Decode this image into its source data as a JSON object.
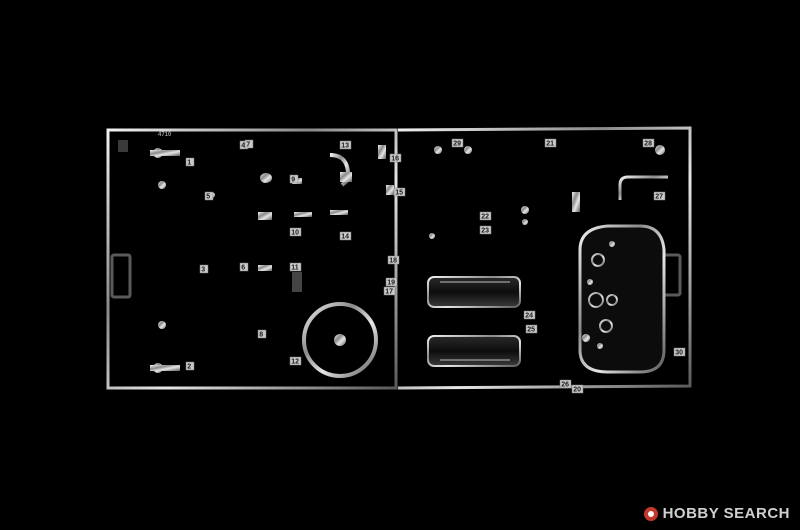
{
  "sprue": {
    "kit_code": "4710",
    "part_numbers": [
      "1",
      "2",
      "3",
      "4",
      "5",
      "6",
      "7",
      "8",
      "9",
      "10",
      "11",
      "12",
      "13",
      "14",
      "15",
      "16",
      "17",
      "18",
      "19",
      "20",
      "21",
      "22",
      "23",
      "24",
      "25",
      "26",
      "27",
      "28",
      "29",
      "30"
    ]
  },
  "watermark": {
    "brand": "HOBBY SEARCH",
    "logo": "hobbysearch-logo-icon",
    "accent_color": "#c0392b"
  },
  "colors": {
    "background": "#000000",
    "chrome": "#bdbdbd"
  }
}
